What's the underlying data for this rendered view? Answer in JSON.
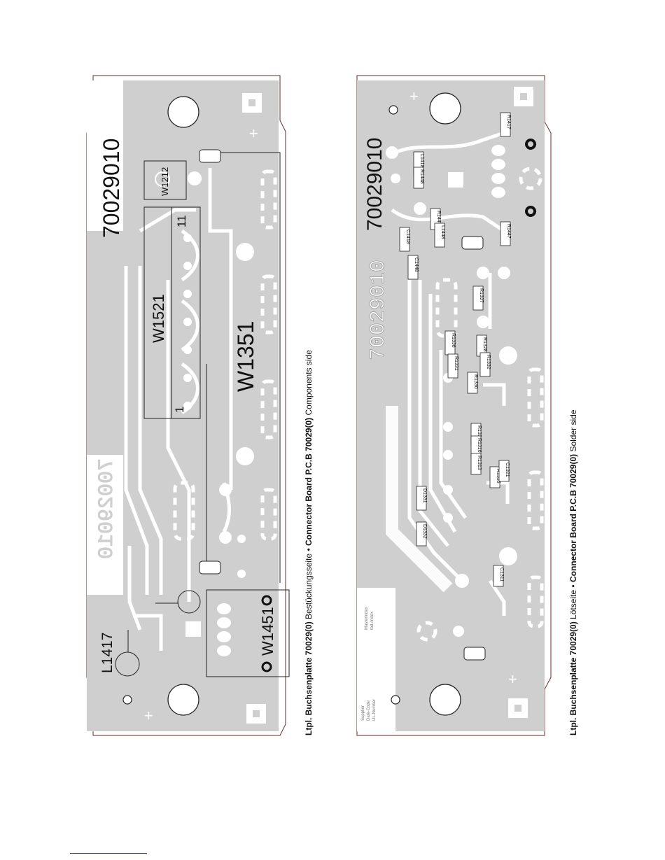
{
  "left_board": {
    "pcb_number": "70029010",
    "pcb_number_mirror": "70029010",
    "refs": {
      "w1212": "W1212",
      "w1521": "W1521",
      "w1351": "W1351",
      "w1451": "W1451",
      "l1417": "L1417",
      "pin_1": "1",
      "pin_11": "11"
    },
    "caption": {
      "bold": "Ltpl. Buchsenplatte 70029(0)",
      "mid": " Bestückungsseite  •  ",
      "bold2": "Connector Board P.C.B 70029(0)",
      "tail": " Components side"
    }
  },
  "right_board": {
    "pcb_number": "70029010",
    "pcb_number_outline": "70029010",
    "parts": [
      "R1417",
      "L1418",
      "R1448",
      "R1449",
      "L1448",
      "C1418",
      "C1448",
      "R1447",
      "R1337",
      "R1336",
      "R1328",
      "R1331",
      "R1332",
      "R1330",
      "R1334",
      "R1316",
      "R1313",
      "R1335",
      "C1321",
      "D1331",
      "D1332",
      "C1311"
    ],
    "caption": {
      "bold": "Ltpl. Buchsenplatte 70029(0)",
      "mid": " Lötseite  •  ",
      "bold2": "Connector Board P.C.B 70029(0)",
      "tail": " Solder side"
    }
  },
  "colors": {
    "board_fill": "#cfcfcf",
    "trace": "#ffffff",
    "outline": "#6b2a2a",
    "ink": "#111111"
  }
}
